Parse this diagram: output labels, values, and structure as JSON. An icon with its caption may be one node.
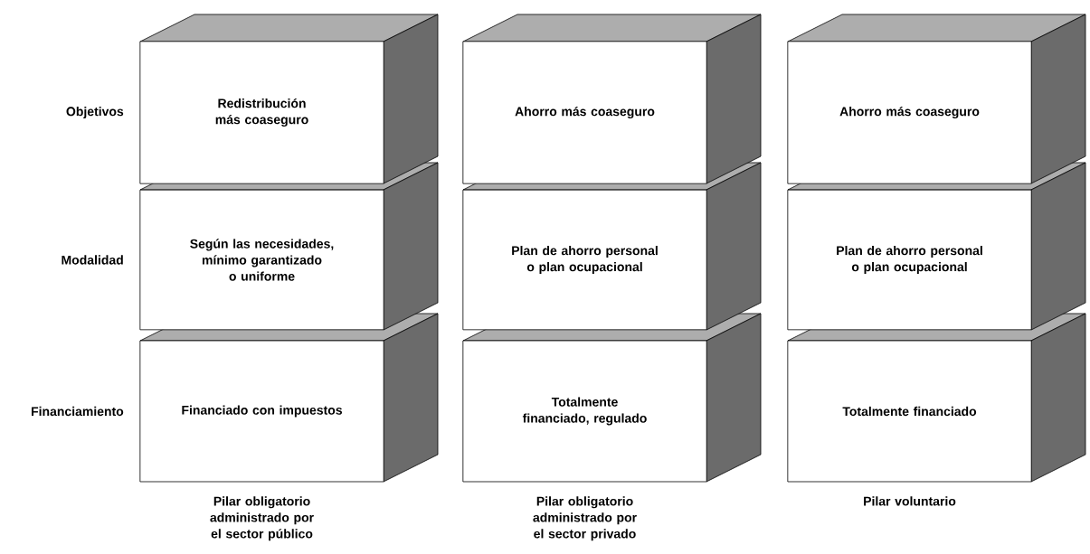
{
  "diagram": {
    "nodes": [
      {
        "text": [
          "Redistribución más coaseguro"
        ]
      },
      {
        "text": [
          "Ahorro más coaseguro"
        ]
      },
      {
        "text": [
          "Ahorro más coaseguro"
        ]
      },
      {
        "text": [
          "Según las necesidades, mínimo garantizado o uniforme"
        ]
      },
      {
        "text": [
          "Plan de ahorro personal o plan ocupacional"
        ]
      },
      {
        "text": [
          "Plan de ahorro personal o plan ocupacional"
        ]
      },
      {
        "text": [
          "Financiado con impuestos"
        ]
      },
      {
        "text": [
          "Totalmente financiado, regulado"
        ]
      },
      {
        "text": [
          "Totalmente financiado"
        ]
      }
    ],
    "labels": [
      "Objetivos",
      "Modalidad",
      "Financiamiento",
      "Pilar obligatorio administrado por el sector público",
      "Pilar obligatorio administrado por el sector privado",
      "Pilar voluntario"
    ]
  }
}
